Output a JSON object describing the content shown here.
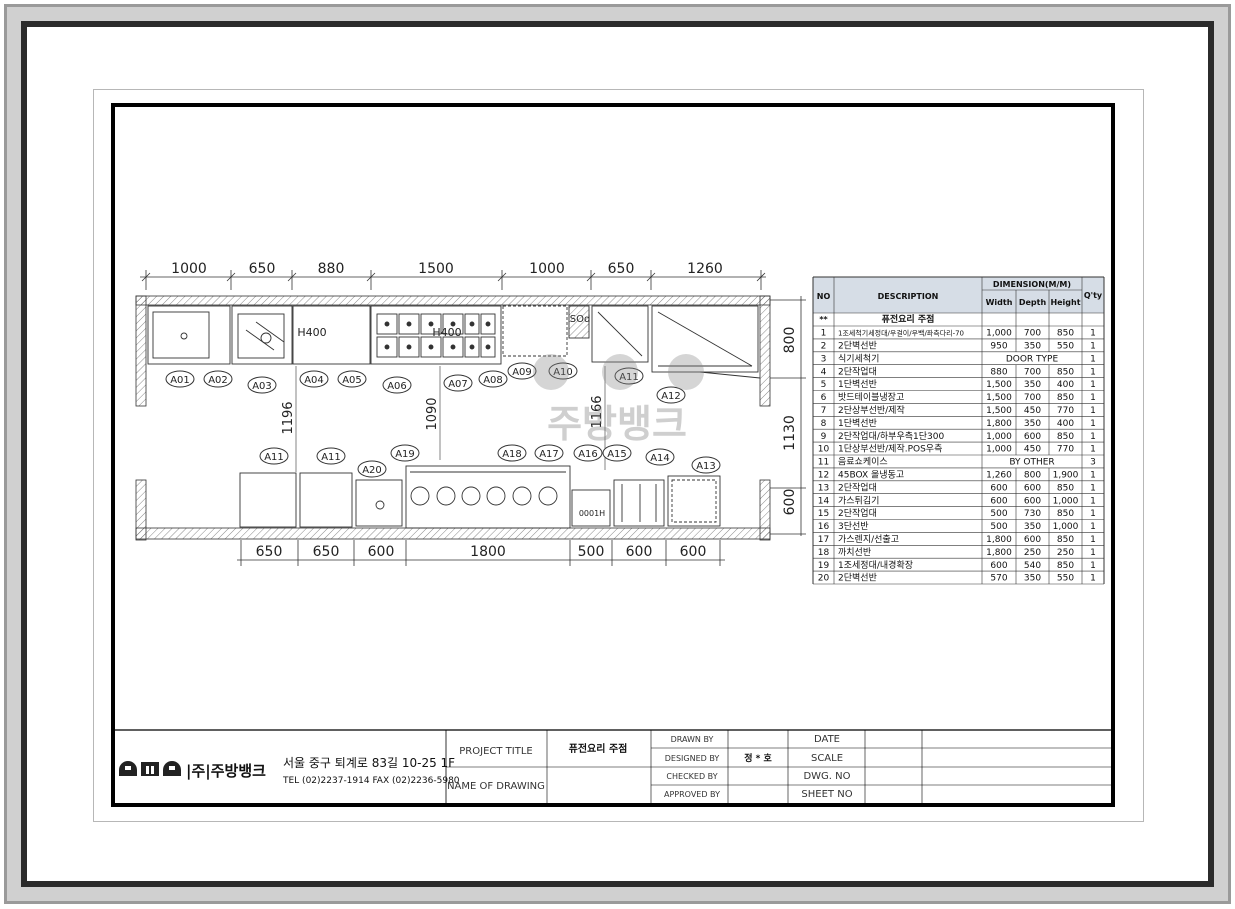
{
  "dims_top": [
    "1000",
    "650",
    "880",
    "1500",
    "1000",
    "650",
    "1260"
  ],
  "dims_bottom": [
    "650",
    "650",
    "600",
    "1800",
    "500",
    "600",
    "600"
  ],
  "dims_right": [
    "800",
    "1130",
    "600"
  ],
  "inner_dims": [
    "1196",
    "1090",
    "1166",
    "H400",
    "H400",
    "SOd",
    "0001H"
  ],
  "labels_top": [
    "A01",
    "A02",
    "A03",
    "A04",
    "A05",
    "A06",
    "A07",
    "A08",
    "A09",
    "A10",
    "A11",
    "A12"
  ],
  "labels_bottom": [
    "A11",
    "A11",
    "A20",
    "A19",
    "A18",
    "A17",
    "A16",
    "A15",
    "A14",
    "A13"
  ],
  "watermark": "주방뱅크",
  "table": {
    "headers": {
      "no": "NO",
      "description": "DESCRIPTION",
      "dimension": "DIMENSION(M/M)",
      "width": "Width",
      "depth": "Depth",
      "height": "Height",
      "qty": "Q'ty"
    },
    "section_mark": "**",
    "section_title": "퓨전요리 주점",
    "rows": [
      {
        "no": "1",
        "desc": "1조세척기세정대/우걸이/우백/좌측다리-70",
        "w": "1,000",
        "d": "700",
        "h": "850",
        "q": "1"
      },
      {
        "no": "2",
        "desc": "2단벽선반",
        "w": "950",
        "d": "350",
        "h": "550",
        "q": "1"
      },
      {
        "no": "3",
        "desc": "식기세척기",
        "span": "DOOR TYPE",
        "q": "1"
      },
      {
        "no": "4",
        "desc": "2단작업대",
        "w": "880",
        "d": "700",
        "h": "850",
        "q": "1"
      },
      {
        "no": "5",
        "desc": "1단벽선반",
        "w": "1,500",
        "d": "350",
        "h": "400",
        "q": "1"
      },
      {
        "no": "6",
        "desc": "밧드테이블냉장고",
        "w": "1,500",
        "d": "700",
        "h": "850",
        "q": "1"
      },
      {
        "no": "7",
        "desc": "2단상부선반/제작",
        "w": "1,500",
        "d": "450",
        "h": "770",
        "q": "1"
      },
      {
        "no": "8",
        "desc": "1단벽선반",
        "w": "1,800",
        "d": "350",
        "h": "400",
        "q": "1"
      },
      {
        "no": "9",
        "desc": "2단작업대/하부우측1단300",
        "w": "1,000",
        "d": "600",
        "h": "850",
        "q": "1"
      },
      {
        "no": "10",
        "desc": "1단상부선반/제작.POS우측",
        "w": "1,000",
        "d": "450",
        "h": "770",
        "q": "1"
      },
      {
        "no": "11",
        "desc": "음료쇼케이스",
        "span": "BY OTHER",
        "q": "3"
      },
      {
        "no": "12",
        "desc": "45BOX 올냉동고",
        "w": "1,260",
        "d": "800",
        "h": "1,900",
        "q": "1"
      },
      {
        "no": "13",
        "desc": "2단작업대",
        "w": "600",
        "d": "600",
        "h": "850",
        "q": "1"
      },
      {
        "no": "14",
        "desc": "가스튀김기",
        "w": "600",
        "d": "600",
        "h": "1,000",
        "q": "1"
      },
      {
        "no": "15",
        "desc": "2단작업대",
        "w": "500",
        "d": "730",
        "h": "850",
        "q": "1"
      },
      {
        "no": "16",
        "desc": "3단선반",
        "w": "500",
        "d": "350",
        "h": "1,000",
        "q": "1"
      },
      {
        "no": "17",
        "desc": "가스렌지/선출고",
        "w": "1,800",
        "d": "600",
        "h": "850",
        "q": "1"
      },
      {
        "no": "18",
        "desc": "까치선반",
        "w": "1,800",
        "d": "250",
        "h": "250",
        "q": "1"
      },
      {
        "no": "19",
        "desc": "1조세정대/내경확장",
        "w": "600",
        "d": "540",
        "h": "850",
        "q": "1"
      },
      {
        "no": "20",
        "desc": "2단벽선반",
        "w": "570",
        "d": "350",
        "h": "550",
        "q": "1"
      }
    ]
  },
  "title_block": {
    "company": "|주|주방뱅크",
    "address": "서울 중구 퇴계로 83길 10-25 1F",
    "phone": "TEL (02)2237-1914 FAX (02)2236-5980",
    "project_title_label": "PROJECT TITLE",
    "project_title_value": "퓨전요리 주점",
    "name_of_drawing_label": "NAME OF DRAWING",
    "drawn_by": "DRAWN BY",
    "designed_by": "DESIGNED BY",
    "designer": "정 * 호",
    "checked_by": "CHECKED BY",
    "approved_by": "APPROVED BY",
    "date": "DATE",
    "scale": "SCALE",
    "dwg_no": "DWG. NO",
    "sheet_no": "SHEET NO"
  }
}
